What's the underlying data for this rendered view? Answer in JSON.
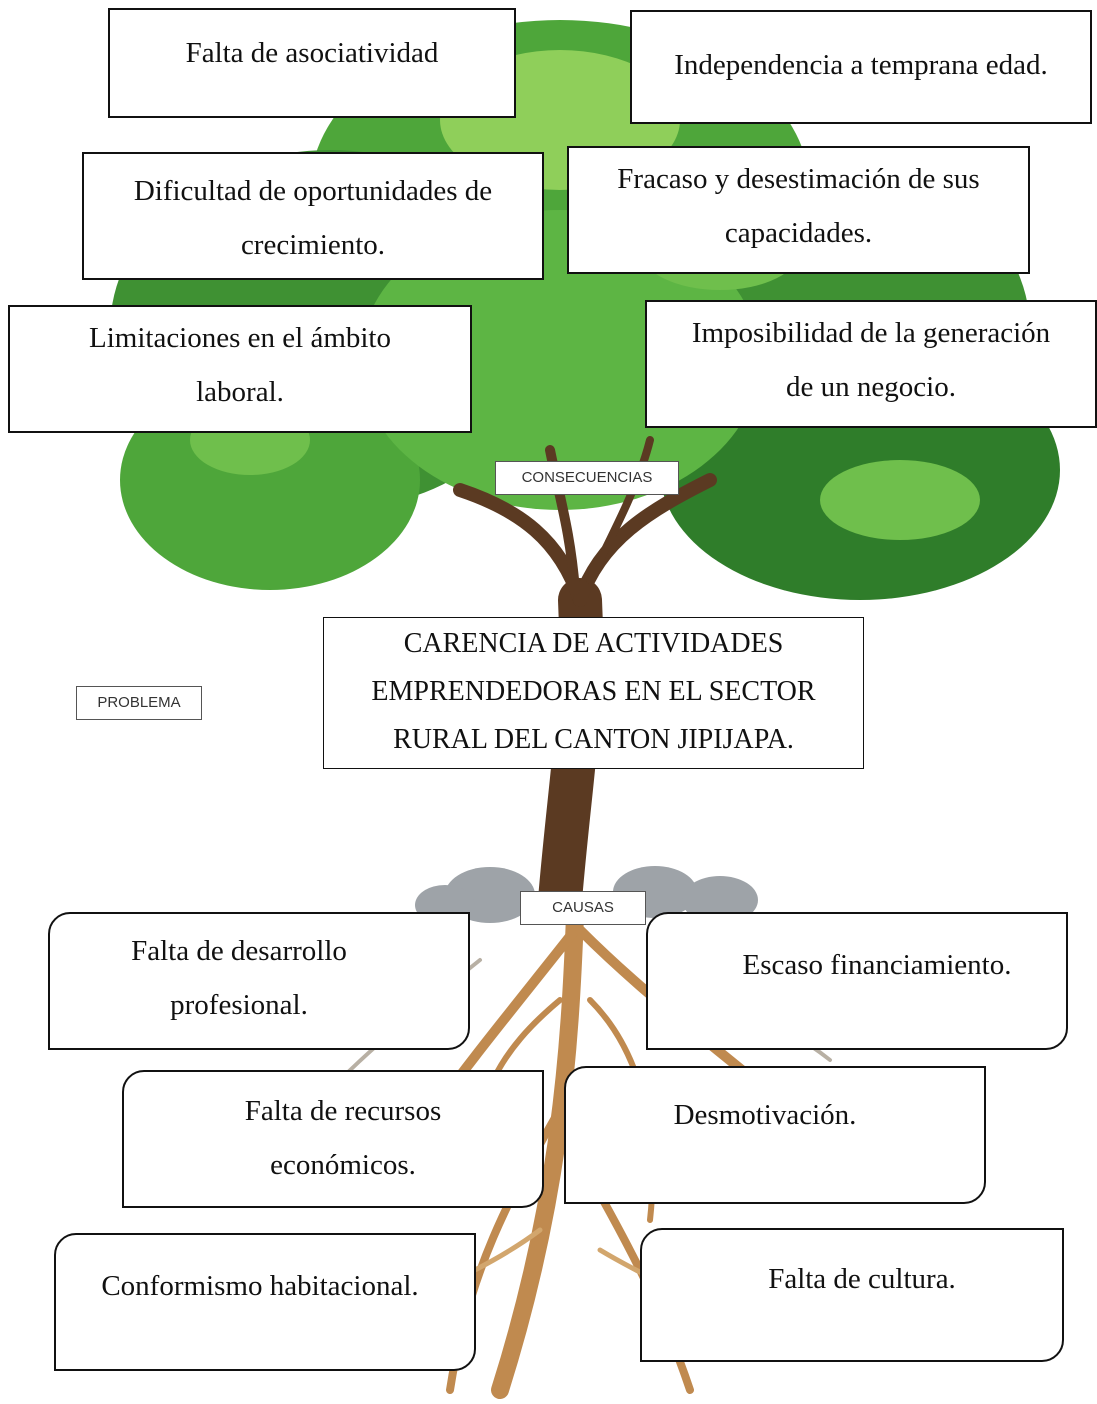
{
  "labels": {
    "consequences": "CONSECUENCIAS",
    "problem_tag": "PROBLEMA",
    "causes": "CAUSAS"
  },
  "consequences": {
    "c1": [
      "Falta de asociatividad"
    ],
    "c2": [
      "Independencia a temprana edad."
    ],
    "c3": [
      "Dificultad de oportunidades de",
      "crecimiento."
    ],
    "c4": [
      "Fracaso y desestimación de sus",
      "capacidades."
    ],
    "c5": [
      "Limitaciones en el ámbito",
      "laboral."
    ],
    "c6": [
      "Imposibilidad de la generación",
      "de un negocio."
    ]
  },
  "problem": [
    "CARENCIA DE ACTIVIDADES",
    "EMPRENDEDORAS EN EL SECTOR",
    "RURAL DEL CANTON JIPIJAPA."
  ],
  "causes": {
    "k1": [
      "Falta de desarrollo",
      "profesional."
    ],
    "k2": [
      "Escaso financiamiento."
    ],
    "k3": [
      "Falta de recursos",
      "económicos."
    ],
    "k4": [
      "Desmotivación."
    ],
    "k5": [
      "Conformismo habitacional."
    ],
    "k6": [
      "Falta de cultura."
    ]
  },
  "colors": {
    "foliage_dark": "#2f7d2a",
    "foliage_mid": "#4ea63a",
    "foliage_light": "#8fcf5a",
    "trunk": "#5b3a22",
    "roots": "#c08a4f",
    "stones": "#9ea3a8"
  }
}
